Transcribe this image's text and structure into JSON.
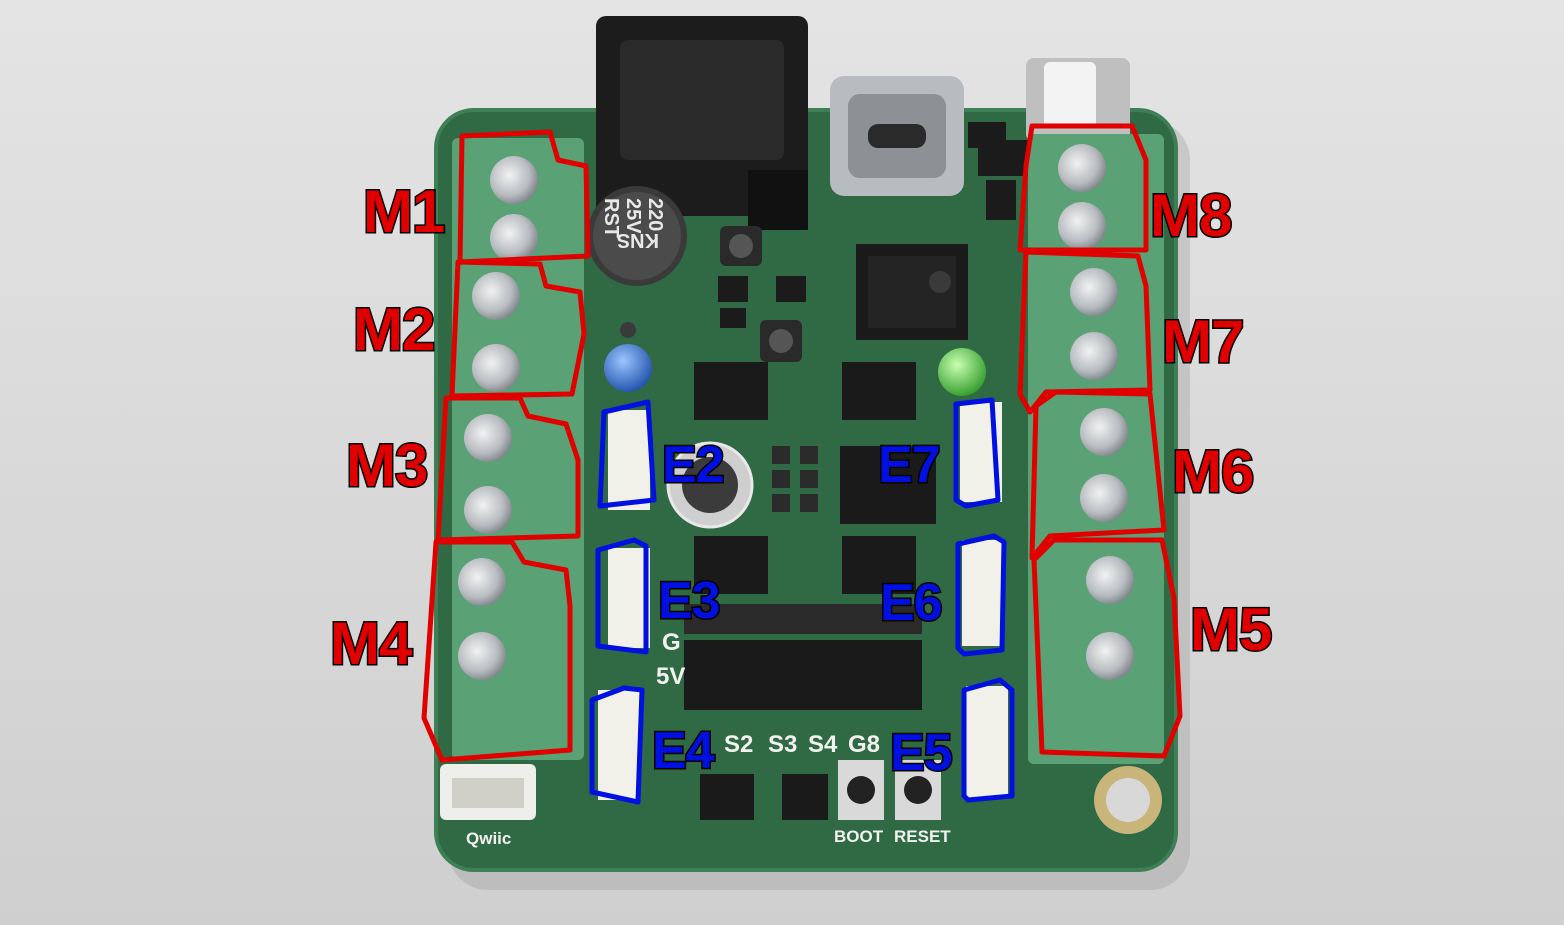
{
  "colors": {
    "motor_outline": "#e00000",
    "encoder_outline": "#0010e0",
    "pcb": "#2f6a45",
    "terminal_block": "#5aa176"
  },
  "motor_labels": [
    "M1",
    "M2",
    "M3",
    "M4",
    "M5",
    "M6",
    "M7",
    "M8"
  ],
  "encoder_labels": [
    "E2",
    "E3",
    "E4",
    "E5",
    "E6",
    "E7"
  ],
  "silkscreen": {
    "ground": "G",
    "five_volt": "5V",
    "servo_pins": [
      "S2",
      "S3",
      "S4",
      "G8"
    ],
    "boot": "BOOT",
    "reset": "RESET",
    "qwiic": "Qwiic"
  },
  "capacitor": {
    "brand": "KNS",
    "lines": [
      "220",
      "25V",
      "RST"
    ]
  },
  "icons": [
    "screw-terminal-icon",
    "usb-c-connector-icon",
    "dc-barrel-jack-icon",
    "led-icon",
    "push-button-icon"
  ]
}
